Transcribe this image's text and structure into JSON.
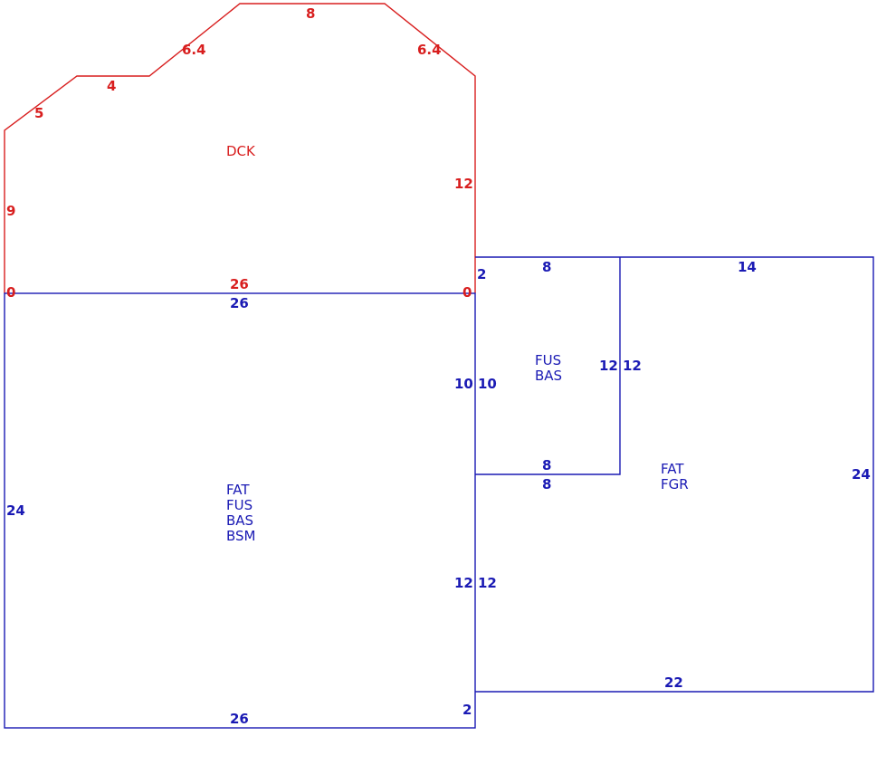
{
  "colors": {
    "deck": "#d81e1e",
    "house": "#1a1ab4"
  },
  "deck": {
    "edges": [
      "9",
      "5",
      "4",
      "6.4",
      "8",
      "6.4",
      "12",
      "26",
      "0",
      "0"
    ],
    "area": [
      "DCK"
    ]
  },
  "main": {
    "edges": [
      "26",
      "24",
      "26"
    ],
    "area": [
      "FAT",
      "FUS",
      "BAS",
      "BSM"
    ]
  },
  "addition": {
    "edges": [
      "2",
      "8",
      "12",
      "12",
      "10",
      "10",
      "8",
      "8",
      "12",
      "12",
      "14",
      "24",
      "22",
      "2"
    ],
    "area_upper": [
      "FUS",
      "BAS"
    ],
    "area_garage": [
      "FAT",
      "FGR"
    ]
  }
}
